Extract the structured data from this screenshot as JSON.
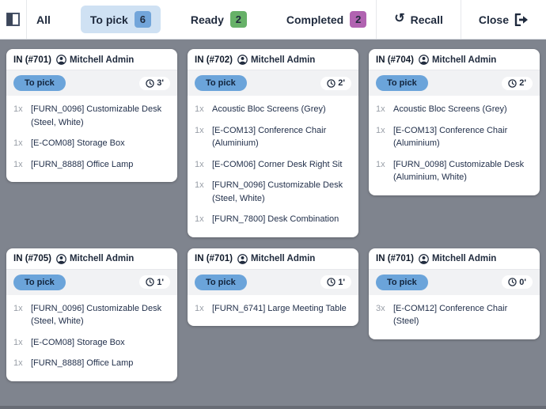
{
  "topbar": {
    "sidebar_toggle_icon": "sidebar-toggle-icon",
    "tabs": [
      {
        "label": "All",
        "count": "",
        "active": false
      },
      {
        "label": "To pick",
        "count": "6",
        "active": true,
        "badge_color": "#72a5da"
      },
      {
        "label": "Ready",
        "count": "2",
        "active": false,
        "badge_color": "#67b168"
      },
      {
        "label": "Completed",
        "count": "2",
        "active": false,
        "badge_color": "#b163b1"
      }
    ],
    "recall_label": "Recall",
    "close_label": "Close"
  },
  "cards": [
    {
      "reference": "IN (#701)",
      "user": "Mitchell Admin",
      "status": "To pick",
      "time": "3'",
      "items": [
        {
          "qty": "1x",
          "name": "[FURN_0096] Customizable Desk (Steel, White)"
        },
        {
          "qty": "1x",
          "name": "[E-COM08] Storage Box"
        },
        {
          "qty": "1x",
          "name": "[FURN_8888] Office Lamp"
        }
      ]
    },
    {
      "reference": "IN (#702)",
      "user": "Mitchell Admin",
      "status": "To pick",
      "time": "2'",
      "items": [
        {
          "qty": "1x",
          "name": "Acoustic Bloc Screens (Grey)"
        },
        {
          "qty": "1x",
          "name": "[E-COM13] Conference Chair (Aluminium)"
        },
        {
          "qty": "1x",
          "name": "[E-COM06] Corner Desk Right Sit"
        },
        {
          "qty": "1x",
          "name": "[FURN_0096] Customizable Desk (Steel, White)"
        },
        {
          "qty": "1x",
          "name": "[FURN_7800] Desk Combination"
        }
      ]
    },
    {
      "reference": "IN (#704)",
      "user": "Mitchell Admin",
      "status": "To pick",
      "time": "2'",
      "items": [
        {
          "qty": "1x",
          "name": "Acoustic Bloc Screens (Grey)"
        },
        {
          "qty": "1x",
          "name": "[E-COM13] Conference Chair (Aluminium)"
        },
        {
          "qty": "1x",
          "name": "[FURN_0098] Customizable Desk (Aluminium, White)"
        }
      ]
    },
    {
      "reference": "IN (#705)",
      "user": "Mitchell Admin",
      "status": "To pick",
      "time": "1'",
      "items": [
        {
          "qty": "1x",
          "name": "[FURN_0096] Customizable Desk (Steel, White)"
        },
        {
          "qty": "1x",
          "name": "[E-COM08] Storage Box"
        },
        {
          "qty": "1x",
          "name": "[FURN_8888] Office Lamp"
        }
      ]
    },
    {
      "reference": "IN (#701)",
      "user": "Mitchell Admin",
      "status": "To pick",
      "time": "1'",
      "items": [
        {
          "qty": "1x",
          "name": "[FURN_6741] Large Meeting Table"
        }
      ]
    },
    {
      "reference": "IN (#701)",
      "user": "Mitchell Admin",
      "status": "To pick",
      "time": "0'",
      "items": [
        {
          "qty": "3x",
          "name": "[E-COM12] Conference Chair (Steel)"
        }
      ]
    }
  ],
  "colors": {
    "background": "#7f848e",
    "topbar_bg": "#ffffff",
    "active_tab_bg": "#cfe1f3",
    "to_pick_badge": "#72a5da",
    "ready_badge": "#67b168",
    "completed_badge": "#b163b1",
    "status_pill": "#6ba4da",
    "card_bg": "#ffffff",
    "item_text": "#22304b",
    "qty_text": "#989ea7"
  }
}
